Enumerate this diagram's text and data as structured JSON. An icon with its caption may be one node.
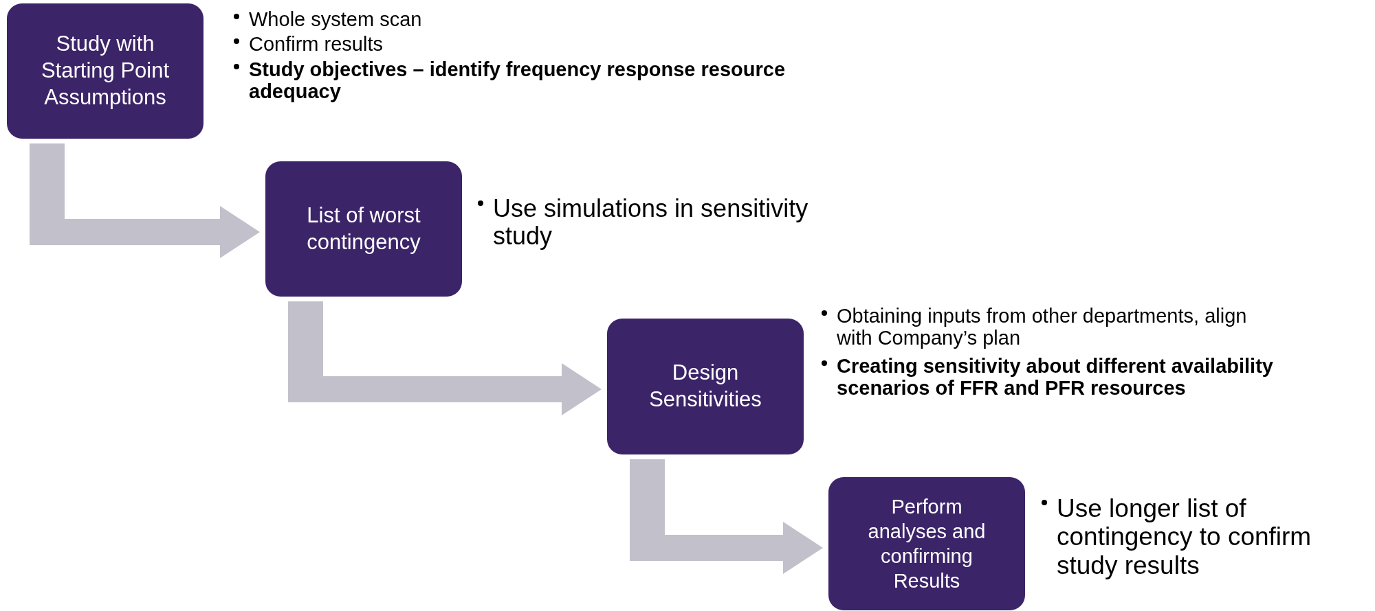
{
  "diagram": {
    "nodes": [
      {
        "text": [
          "Study with Starting Point Assumptions"
        ],
        "beside": [
          "Whole system scan",
          "Confirm results",
          "Study objectives – identify frequency response resource adequacy"
        ]
      },
      {
        "text": [
          "List of worst contingency"
        ],
        "beside": [
          "Use simulations in sensitivity study"
        ]
      },
      {
        "text": [
          "Design Sensitivities"
        ],
        "beside": [
          "Obtaining inputs from other departments, align with Company’s plan",
          "Creating sensitivity about different availability scenarios of FFR and PFR resources"
        ]
      },
      {
        "text": [
          "Perform analyses and confirming Results"
        ],
        "beside": [
          "Use longer list of contingency to confirm study results"
        ]
      }
    ],
    "edges": [
      {
        "from": 0,
        "to": 1,
        "arrow": "to"
      },
      {
        "from": 1,
        "to": 2,
        "arrow": "to"
      },
      {
        "from": 2,
        "to": 3,
        "arrow": "to"
      }
    ]
  }
}
